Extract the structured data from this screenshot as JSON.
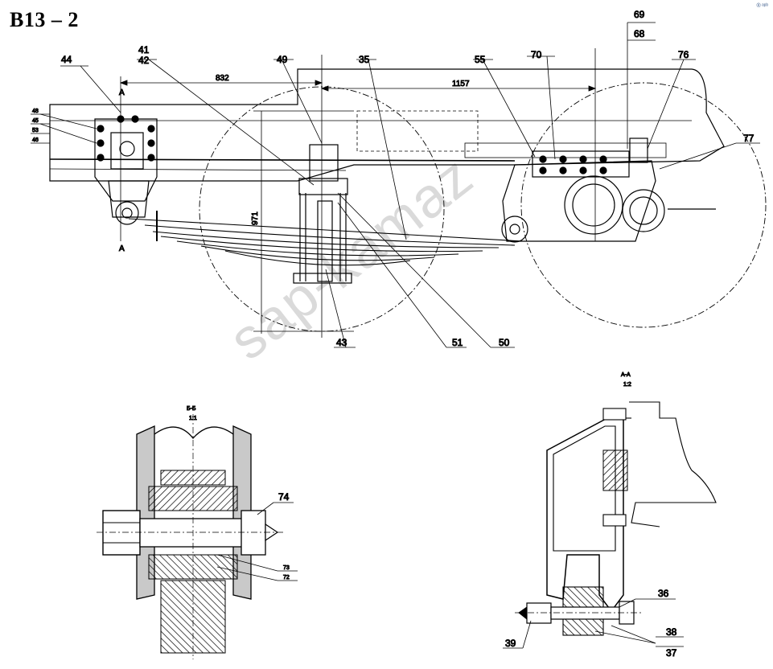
{
  "sheet": {
    "title": "B13 – 2",
    "corner_mark": "® ᵃᵖᵇ"
  },
  "watermark": "sap-kamaz",
  "callouts": {
    "c44": "44",
    "c41": "41",
    "c42": "42",
    "c49": "49",
    "c35": "35",
    "c55": "55",
    "c70": "70",
    "c69": "69",
    "c68": "68",
    "c76": "76",
    "c77": "77",
    "c48": "48",
    "c45": "45",
    "c53": "53",
    "c46": "46",
    "c43": "43",
    "c51": "51",
    "c50": "50",
    "c74": "74",
    "c73": "73",
    "c72": "72",
    "c36": "36",
    "c38": "38",
    "c37": "37",
    "c39": "39"
  },
  "dimensions": {
    "d832": "832",
    "d1157": "1157",
    "d971": "971"
  },
  "sections": {
    "aa": "А-А",
    "aa_scale": "1:2",
    "bb": "Б-Б",
    "bb_scale": "1:1",
    "a_top": "A",
    "a_bottom": "A"
  }
}
